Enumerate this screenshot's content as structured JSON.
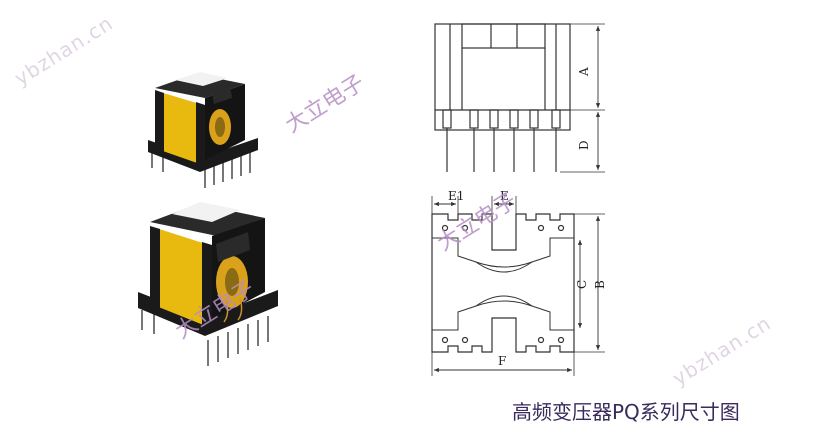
{
  "caption": "高频变压器PQ系列尺寸图",
  "watermarks": {
    "latin": "ybzhan.cn",
    "chinese": "大立电子"
  },
  "dimension_labels": {
    "a": "A",
    "d": "D",
    "e1": "E1",
    "e": "E",
    "c": "C",
    "b": "B",
    "f": "F"
  },
  "colors": {
    "core_black": "#1a1a1a",
    "bobbin_yellow": "#e8b90f",
    "winding_gold": "#d9a21a",
    "line": "#333333",
    "caption": "#3a2a5c"
  }
}
